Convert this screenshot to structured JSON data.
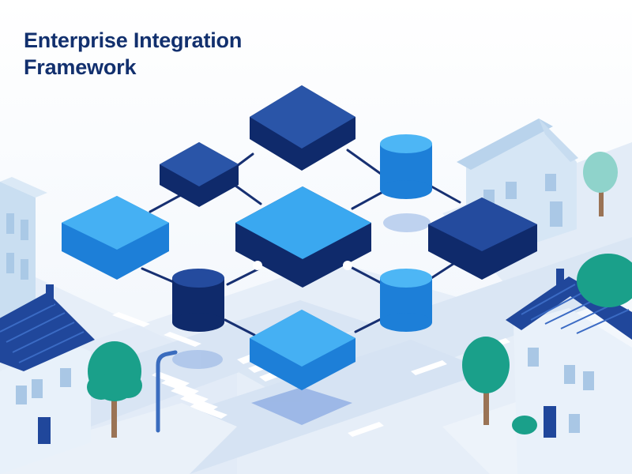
{
  "title": {
    "line1": "Enterprise Integration",
    "line2": "Framework"
  },
  "colors": {
    "navy": "#1a3a86",
    "bright_blue": "#3aa8f0",
    "title": "#12306e",
    "road": "#dfe9f6",
    "tree": "#1aa08a"
  },
  "diagram": {
    "nodes": [
      {
        "name": "node-top-hub",
        "shape": "block",
        "color": "navy"
      },
      {
        "name": "node-upper-left",
        "shape": "block",
        "color": "navy"
      },
      {
        "name": "node-left",
        "shape": "block",
        "color": "bright"
      },
      {
        "name": "node-center-hub",
        "shape": "block",
        "color": "bright"
      },
      {
        "name": "node-right",
        "shape": "block",
        "color": "navy"
      },
      {
        "name": "node-bottom",
        "shape": "block",
        "color": "bright"
      },
      {
        "name": "database-upper-right",
        "shape": "cylinder",
        "color": "bright"
      },
      {
        "name": "database-left",
        "shape": "cylinder",
        "color": "navy"
      },
      {
        "name": "database-lower-right",
        "shape": "cylinder",
        "color": "bright"
      }
    ],
    "connections": [
      [
        "node-top-hub",
        "node-upper-left"
      ],
      [
        "node-top-hub",
        "database-upper-right"
      ],
      [
        "node-upper-left",
        "node-left"
      ],
      [
        "node-upper-left",
        "node-center-hub"
      ],
      [
        "database-upper-right",
        "node-center-hub"
      ],
      [
        "database-upper-right",
        "node-right"
      ],
      [
        "node-left",
        "database-left"
      ],
      [
        "node-center-hub",
        "database-left"
      ],
      [
        "node-center-hub",
        "database-lower-right"
      ],
      [
        "node-right",
        "database-lower-right"
      ],
      [
        "database-left",
        "node-bottom"
      ],
      [
        "database-lower-right",
        "node-bottom"
      ]
    ]
  }
}
